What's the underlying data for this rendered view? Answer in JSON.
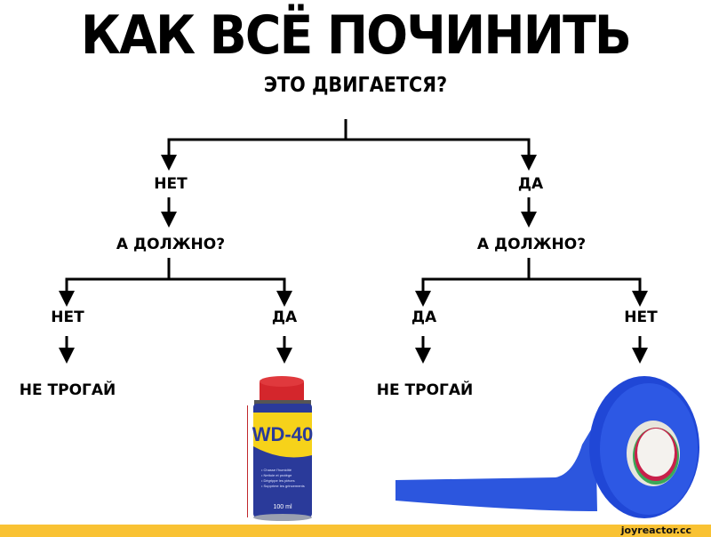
{
  "title": "КАК ВСЁ ПОЧИНИТЬ",
  "root_question": "ЭТО ДВИГАЕТСЯ?",
  "branches": {
    "left": {
      "answer": "НЕТ",
      "question": "А ДОЛЖНО?",
      "children": [
        {
          "answer": "НЕТ",
          "result": "НЕ ТРОГАЙ"
        },
        {
          "answer": "ДА",
          "result_image": "wd40-can-icon",
          "can_brand": "WD-40",
          "can_volume": "100 ml"
        }
      ]
    },
    "right": {
      "answer": "ДА",
      "question": "А ДОЛЖНО?",
      "children": [
        {
          "answer": "ДА",
          "result": "НЕ ТРОГАЙ"
        },
        {
          "answer": "НЕТ",
          "result_image": "blue-tape-roll-icon"
        }
      ]
    }
  },
  "footer": {
    "watermark": "joyreactor.cc"
  },
  "colors": {
    "footer_bar": "#f9c233",
    "tape": "#2b4fe0",
    "can_blue": "#2a3a9a",
    "can_yellow": "#f6d21a",
    "can_cap": "#d4262c"
  }
}
